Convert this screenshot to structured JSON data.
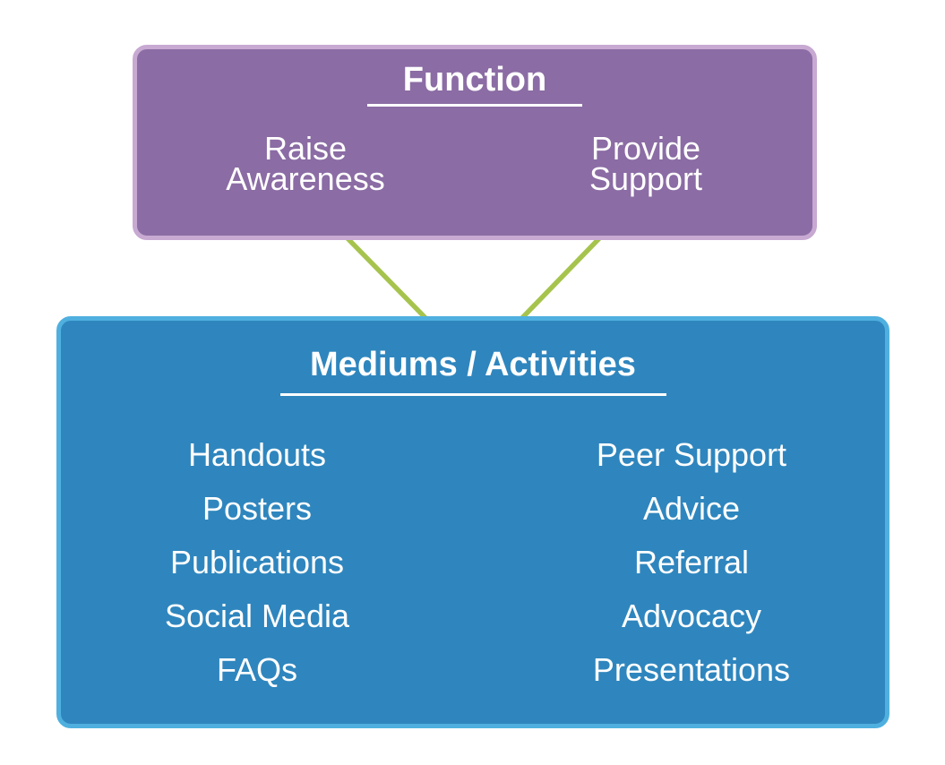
{
  "colors": {
    "background": "#ffffff",
    "purple_fill": "#8b6ca4",
    "purple_border": "#c7a9d2",
    "blue_fill": "#2f86be",
    "blue_border": "#4fb0df",
    "connector": "#a6c44d",
    "text": "#ffffff"
  },
  "diagram": {
    "type": "hierarchy",
    "connectors": [
      {
        "from": "function-box",
        "to": "mediums-box",
        "side": "left"
      },
      {
        "from": "function-box",
        "to": "mediums-box",
        "side": "right"
      }
    ]
  },
  "function_box": {
    "title": "Function",
    "items": [
      {
        "label": "Raise\nAwareness"
      },
      {
        "label": "Provide\nSupport"
      }
    ]
  },
  "mediums_box": {
    "title": "Mediums / Activities",
    "left_items": [
      "Handouts",
      "Posters",
      "Publications",
      "Social Media",
      "FAQs"
    ],
    "right_items": [
      "Peer Support",
      "Advice",
      "Referral",
      "Advocacy",
      "Presentations"
    ]
  }
}
